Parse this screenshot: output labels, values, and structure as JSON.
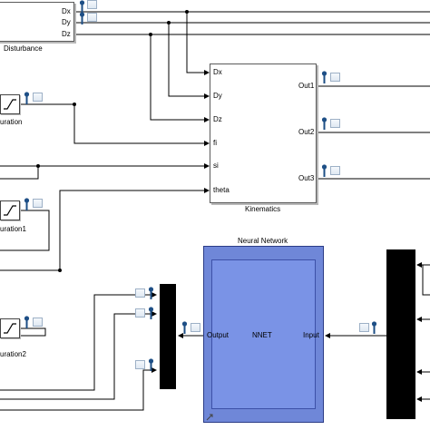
{
  "blocks": {
    "disturbance": {
      "name": "Disturbance",
      "ports": [
        "Dx",
        "Dy",
        "Dz"
      ]
    },
    "kinematics": {
      "name": "Kinematics",
      "inputs": [
        "Dx",
        "Dy",
        "Dz",
        "fi",
        "si",
        "theta"
      ],
      "outputs": [
        "Out1",
        "Out2",
        "Out3"
      ]
    },
    "saturation_top": {
      "name": "uration"
    },
    "saturation_mid": {
      "name": "uration1"
    },
    "saturation_bot": {
      "name": "uration2"
    },
    "neural_network": {
      "title": "Neural Network",
      "name": "NNET",
      "input_port": "Input",
      "output_port": "Output"
    }
  },
  "colors": {
    "wire": "#000000",
    "nnet_fill": "#7a93e6",
    "nnet_border": "#2b3c86",
    "probe": "#1e4f86"
  }
}
